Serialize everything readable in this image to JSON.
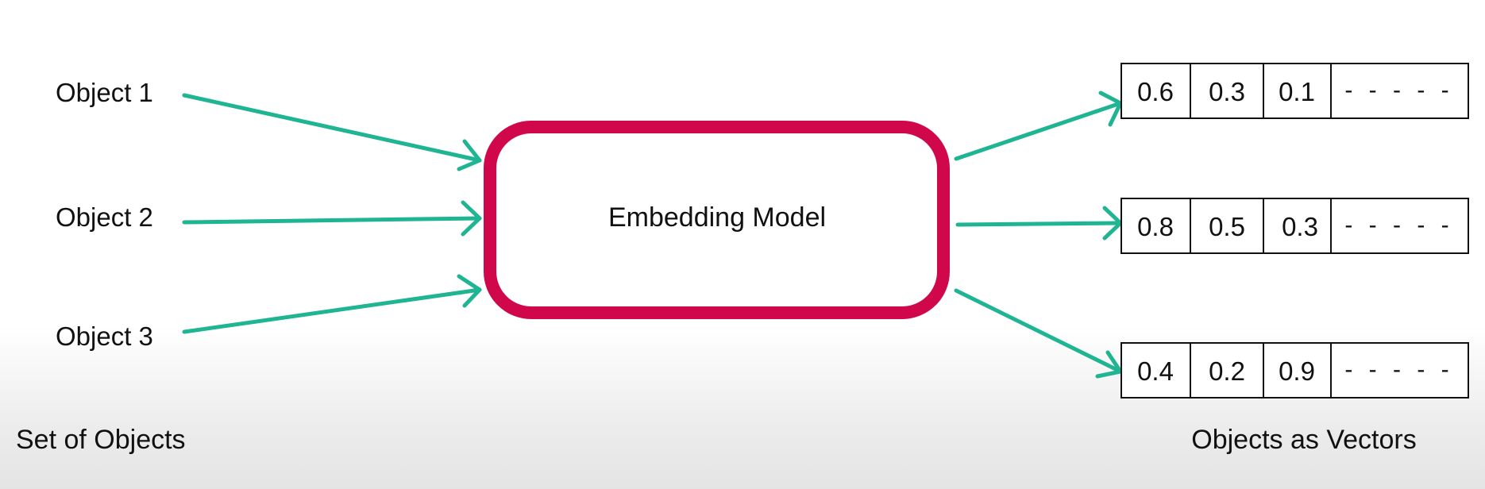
{
  "inputs": [
    {
      "label": "Object 1"
    },
    {
      "label": "Object 2"
    },
    {
      "label": "Object 3"
    }
  ],
  "model": {
    "label": "Embedding Model",
    "border_color": "#d0084b"
  },
  "arrow_color": "#1fb593",
  "vectors": [
    {
      "values": [
        "0.6",
        "0.3",
        "0.1"
      ],
      "ellipsis": "- - - - -"
    },
    {
      "values": [
        "0.8",
        "0.5",
        "0.3"
      ],
      "ellipsis": "- - - - -"
    },
    {
      "values": [
        "0.4",
        "0.2",
        "0.9"
      ],
      "ellipsis": "- - - - -"
    }
  ],
  "captions": {
    "left": "Set of Objects",
    "right": "Objects as Vectors"
  }
}
